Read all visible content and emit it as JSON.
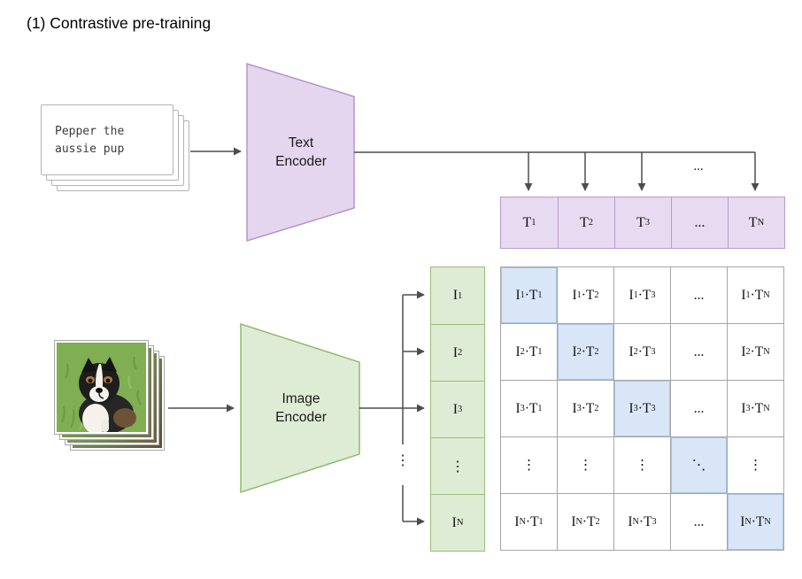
{
  "title": "(1) Contrastive pre-training",
  "text_input_card": {
    "line1": "Pepper the",
    "line2": "aussie pup"
  },
  "text_encoder": {
    "label": "Text\nEncoder"
  },
  "image_encoder": {
    "label": "Image\nEncoder"
  },
  "trunk_dots": "...",
  "branch_dots": "⋮",
  "text_embeddings": [
    "T_1",
    "T_2",
    "T_3",
    "...",
    "T_N"
  ],
  "image_embeddings": [
    "I_1",
    "I_2",
    "I_3",
    "⋮",
    "I_N"
  ],
  "similarity_matrix": {
    "rows": [
      [
        "I_1·T_1",
        "I_1·T_2",
        "I_1·T_3",
        "...",
        "I_1·T_N"
      ],
      [
        "I_2·T_1",
        "I_2·T_2",
        "I_2·T_3",
        "...",
        "I_2·T_N"
      ],
      [
        "I_3·T_1",
        "I_3·T_2",
        "I_3·T_3",
        "...",
        "I_3·T_N"
      ],
      [
        "⋮",
        "⋮",
        "⋮",
        "⋱",
        "⋮"
      ],
      [
        "I_N·T_1",
        "I_N·T_2",
        "I_N·T_3",
        "...",
        "I_N·T_N"
      ]
    ]
  },
  "colors": {
    "purple_fill": "#e7daf1",
    "purple_border": "#b79bce",
    "green_fill": "#dfecd5",
    "green_border": "#96be76",
    "diagonal_fill": "#d9e6f8",
    "grid_border": "#a6a6a6",
    "arrow": "#4d4d4d"
  }
}
